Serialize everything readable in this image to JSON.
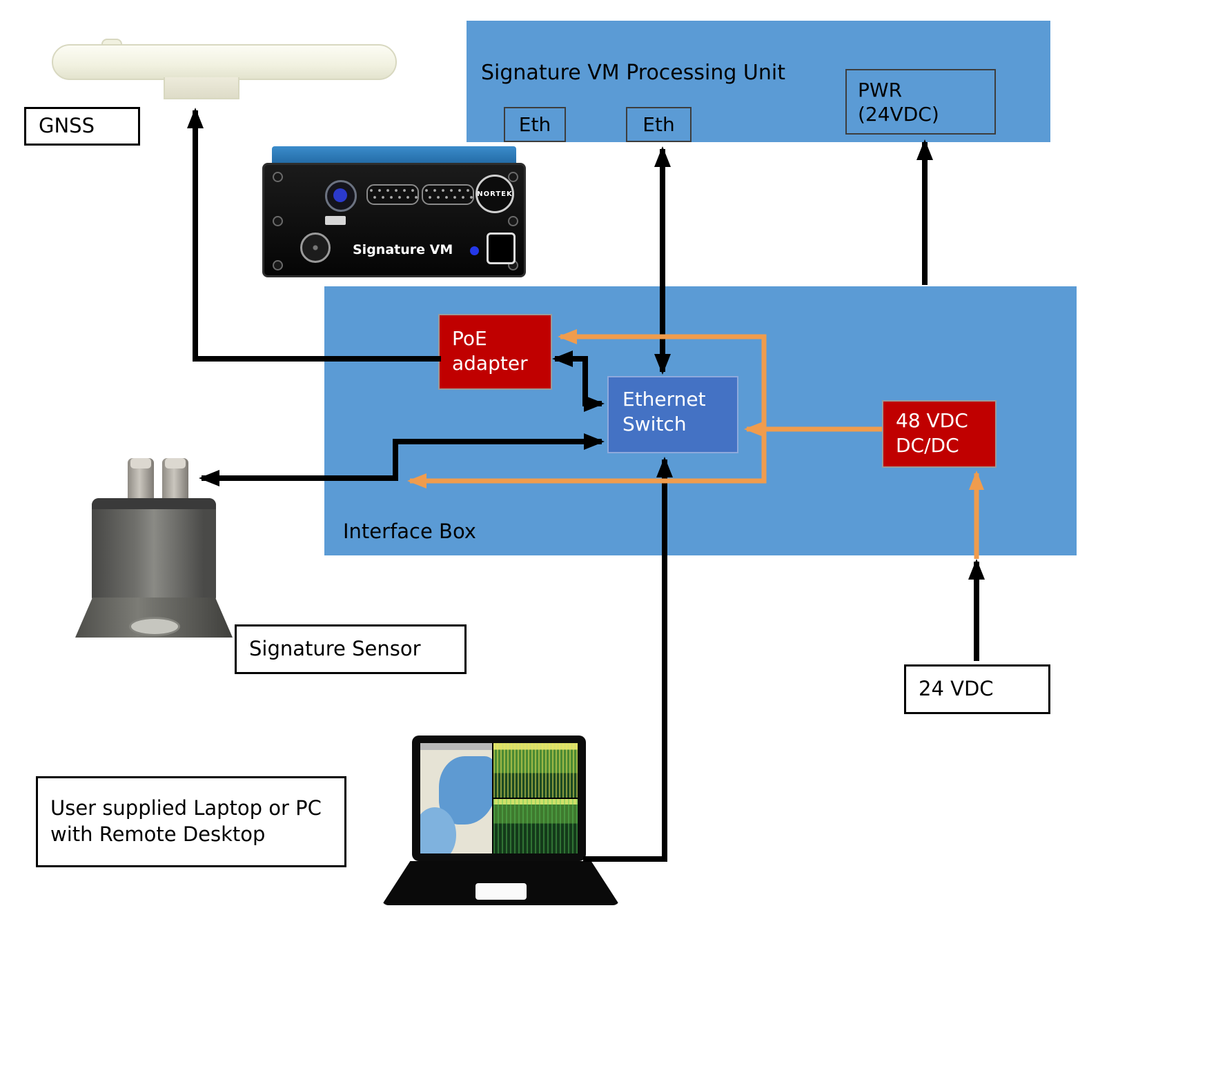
{
  "processing_unit": {
    "title": "Signature VM Processing Unit",
    "port_eth1": "Eth",
    "port_eth2": "Eth",
    "port_pwr": "PWR\n(24VDC)"
  },
  "interface_box": {
    "label": "Interface Box",
    "poe": "PoE\nadapter",
    "switch": "Ethernet\nSwitch",
    "dcdc": "48 VDC\nDC/DC"
  },
  "labels": {
    "gnss": "GNSS",
    "sensor": "Signature Sensor",
    "supply": "24 VDC",
    "laptop": "User supplied Laptop or PC\nwith Remote Desktop"
  },
  "devices": {
    "nortek_logo": "NORTEK",
    "nortek_label": "Signature VM"
  },
  "colors": {
    "panel_blue": "#5B9BD5",
    "switch_blue": "#4472C4",
    "module_red": "#C00000",
    "power_orange": "#F09C4D",
    "wire_black": "#000000"
  },
  "connections": [
    {
      "from": "PoE adapter",
      "to": "GNSS",
      "type": "data",
      "color": "black"
    },
    {
      "from": "Signature VM Processing Unit Eth",
      "to": "Ethernet Switch",
      "type": "data",
      "color": "black",
      "bidirectional": true
    },
    {
      "from": "Interface Box",
      "to": "Signature VM Processing Unit PWR (24VDC)",
      "type": "power",
      "color": "black"
    },
    {
      "from": "PoE adapter",
      "to": "Ethernet Switch",
      "type": "data",
      "color": "black",
      "bidirectional": true
    },
    {
      "from": "Signature Sensor",
      "to": "Ethernet Switch",
      "type": "data",
      "color": "black",
      "bidirectional": true
    },
    {
      "from": "User supplied Laptop",
      "to": "Ethernet Switch",
      "type": "data",
      "color": "black"
    },
    {
      "from": "24 VDC",
      "to": "Interface Box",
      "type": "power",
      "color": "black"
    },
    {
      "from": "24 VDC",
      "to": "48 VDC DC/DC",
      "type": "power",
      "color": "orange"
    },
    {
      "from": "48 VDC DC/DC",
      "to": "Ethernet Switch",
      "type": "power",
      "color": "orange"
    },
    {
      "from": "48 VDC DC/DC",
      "to": "PoE adapter",
      "type": "power",
      "color": "orange"
    },
    {
      "from": "48 VDC DC/DC",
      "to": "Signature Sensor",
      "type": "power",
      "color": "orange"
    }
  ]
}
